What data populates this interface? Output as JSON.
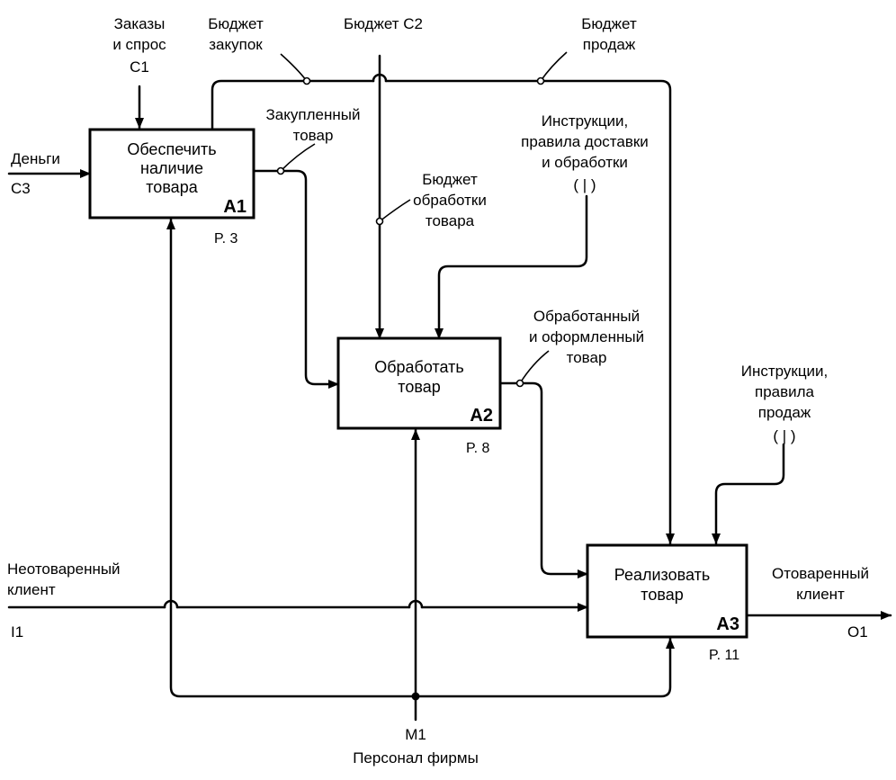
{
  "boxes": {
    "a1": {
      "title": [
        "Обеспечить",
        "наличие",
        "товара"
      ],
      "id": "A1",
      "ref": "P. 3"
    },
    "a2": {
      "title": [
        "Обработать",
        "товар"
      ],
      "id": "A2",
      "ref": "P. 8"
    },
    "a3": {
      "title": [
        "Реализовать",
        "товар"
      ],
      "id": "A3",
      "ref": "P. 11"
    }
  },
  "labels": {
    "orders": [
      "Заказы",
      "и спрос",
      "С1"
    ],
    "budget_purchase": [
      "Бюджет",
      "закупок"
    ],
    "budget_c2": "Бюджет С2",
    "budget_sales": [
      "Бюджет",
      "продаж"
    ],
    "money": [
      "Деньги",
      "С3"
    ],
    "purchased": [
      "Закупленный",
      "товар"
    ],
    "instructions_delivery": [
      "Инструкции,",
      "правила доставки",
      "и обработки",
      "( | )"
    ],
    "budget_processing": [
      "Бюджет",
      "обработки",
      "товара"
    ],
    "processed": [
      "Обработанный",
      "и оформленный",
      "товар"
    ],
    "instructions_sales": [
      "Инструкции,",
      "правила",
      "продаж",
      "( | )"
    ],
    "unserved": [
      "Неотоваренный",
      "клиент"
    ],
    "i1": "I1",
    "served": [
      "Отоваренный",
      "клиент"
    ],
    "o1": "O1",
    "m1": "M1",
    "staff": "Персонал фирмы"
  }
}
